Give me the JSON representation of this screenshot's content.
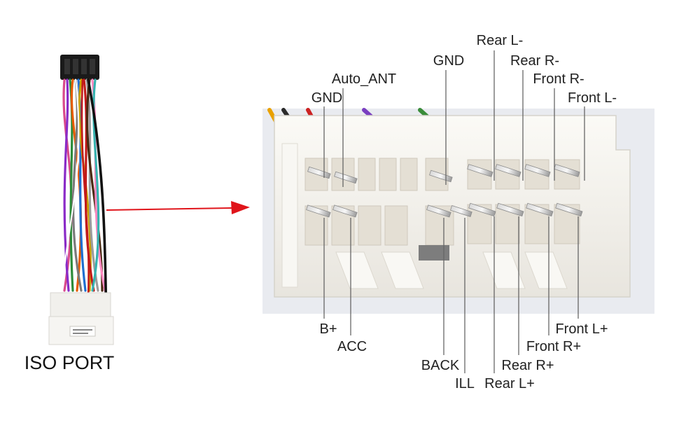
{
  "diagram": {
    "port_title": "ISO PORT",
    "colors": {
      "arrow": "#e0151b",
      "leader_line": "#666666",
      "connector_body": "#f3f1ec",
      "background_photo": "#e9ebf0"
    },
    "top_labels": [
      {
        "id": "gnd-left",
        "text": "GND"
      },
      {
        "id": "auto-ant",
        "text": "Auto_ANT"
      },
      {
        "id": "gnd-mid",
        "text": "GND"
      },
      {
        "id": "rear-l-minus",
        "text": "Rear L-"
      },
      {
        "id": "rear-r-minus",
        "text": "Rear R-"
      },
      {
        "id": "front-r-minus",
        "text": "Front R-"
      },
      {
        "id": "front-l-minus",
        "text": "Front L-"
      }
    ],
    "bottom_labels": [
      {
        "id": "b-plus",
        "text": "B+"
      },
      {
        "id": "acc",
        "text": "ACC"
      },
      {
        "id": "back",
        "text": "BACK"
      },
      {
        "id": "ill",
        "text": "ILL"
      },
      {
        "id": "rear-l-plus",
        "text": "Rear L+"
      },
      {
        "id": "rear-r-plus",
        "text": "Rear R+"
      },
      {
        "id": "front-r-plus",
        "text": "Front R+"
      },
      {
        "id": "front-l-plus",
        "text": "Front L+"
      }
    ]
  }
}
